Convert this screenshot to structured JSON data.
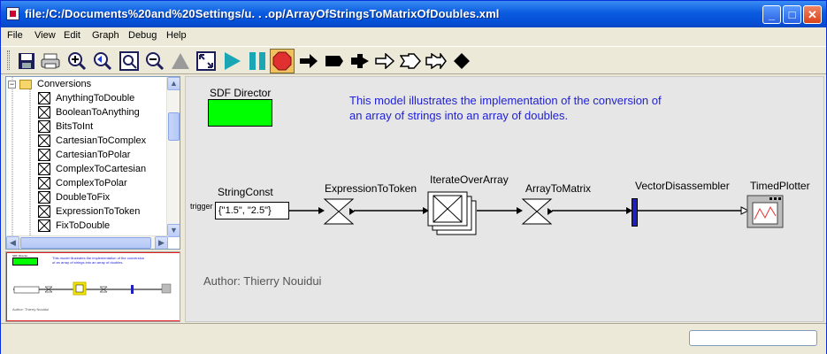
{
  "window": {
    "title": "file:/C:/Documents%20and%20Settings/u. . .op/ArrayOfStringsToMatrixOfDoubles.xml"
  },
  "menu": [
    "File",
    "View",
    "Edit",
    "Graph",
    "Debug",
    "Help"
  ],
  "toolbar": {
    "buttons": [
      "save-icon",
      "print-icon",
      "zoom-in-icon",
      "zoom-reset-icon",
      "zoom-fit-icon",
      "zoom-out-icon",
      "up-icon",
      "fullscreen-icon",
      "run-icon",
      "pause-icon",
      "stop-icon",
      "arrow-icon",
      "bar-icon",
      "split-arrow-icon",
      "outline-arrow-icon",
      "outline-split-arrow-icon",
      "outline-double-arrow-icon",
      "diamond-icon"
    ],
    "accent_run": "#1ba6b6",
    "accent_stop": "#e03030",
    "stop_active": true
  },
  "library": {
    "folder": "Conversions",
    "items": [
      "AnythingToDouble",
      "BooleanToAnything",
      "BitsToInt",
      "CartesianToComplex",
      "CartesianToPolar",
      "ComplexToCartesian",
      "ComplexToPolar",
      "DoubleToFix",
      "ExpressionToToken",
      "FixToDouble"
    ]
  },
  "overview": {
    "director": "SDF Director",
    "description": "This model illustrates the implementation of the conversion of an array of strings into an array of doubles.",
    "author": "Author: Thierry Nouidui"
  },
  "canvas": {
    "director_label": "SDF Director",
    "director_color": "#00ff00",
    "description": "This model illustrates the implementation of the conversion of an array of strings into an array of doubles.",
    "description_color": "#2121d6",
    "author": "Author: Thierry Nouidui",
    "actors": {
      "string_const": {
        "name": "StringConst",
        "value": "{\"1.5\", \"2.5\"}",
        "trigger": "trigger"
      },
      "expression_to_token": {
        "name": "ExpressionToToken"
      },
      "iterate_over_array": {
        "name": "IterateOverArray"
      },
      "array_to_matrix": {
        "name": "ArrayToMatrix"
      },
      "vector_disassembler": {
        "name": "VectorDisassembler",
        "color": "#2020c0"
      },
      "timed_plotter": {
        "name": "TimedPlotter"
      }
    }
  },
  "status": {
    "text": "",
    "progress": ""
  }
}
